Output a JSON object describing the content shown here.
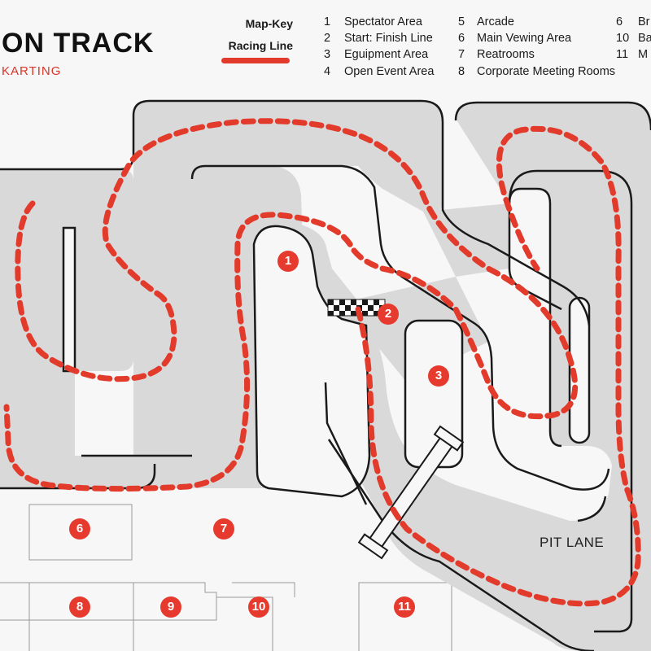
{
  "header": {
    "title": "ON TRACK",
    "subtitle": "KARTING"
  },
  "map_key": {
    "heading": "Map-Key",
    "racing_line_label": "Racing Line",
    "racing_line_color": "#e23b2c",
    "items": [
      {
        "num": "1",
        "label": "Spectator Area"
      },
      {
        "num": "2",
        "label": "Start: Finish Line"
      },
      {
        "num": "3",
        "label": "Eguipment Area"
      },
      {
        "num": "4",
        "label": "Open Event Area"
      },
      {
        "num": "5",
        "label": "Arcade"
      },
      {
        "num": "6",
        "label": "Main Vewing Area"
      },
      {
        "num": "7",
        "label": "Reatrooms"
      },
      {
        "num": "8",
        "label": "Corporate Meeting Rooms"
      },
      {
        "num": "6",
        "label": "Br"
      },
      {
        "num": "10",
        "label": "Ba"
      },
      {
        "num": "11",
        "label": "M"
      }
    ]
  },
  "map": {
    "track_color": "#d9d9d9",
    "outline_color": "#1a1a1a",
    "marker_color": "#e63a2e",
    "markers": [
      "1",
      "2",
      "3",
      "6",
      "7",
      "8",
      "9",
      "10",
      "11"
    ],
    "pit_lane_label": "PIT LANE"
  }
}
